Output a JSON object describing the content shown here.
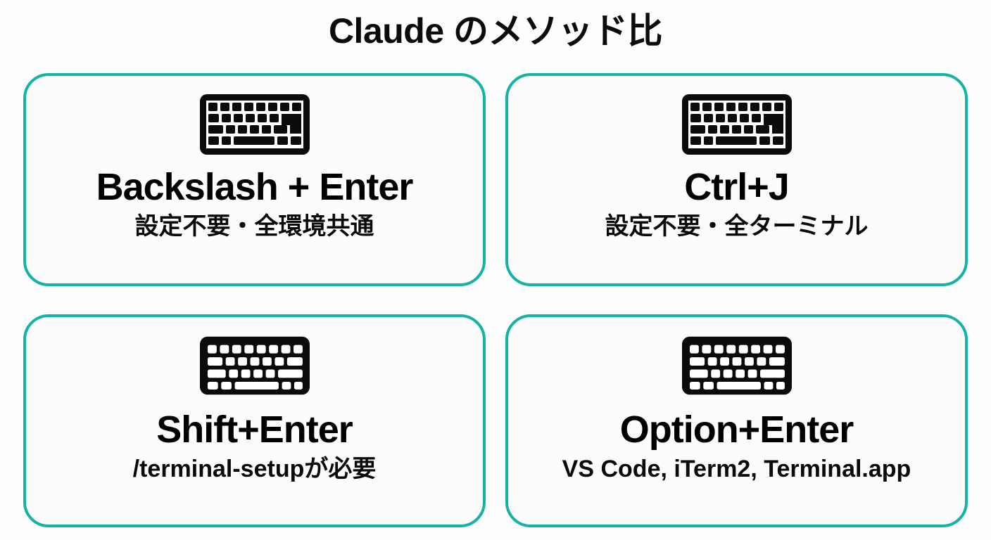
{
  "header": {
    "title": "Claude のメソッド比"
  },
  "theme": {
    "accent": "#15b2a8",
    "text": "#000000",
    "card_background": "#fcfcfc",
    "page_background": "#fdfdfd"
  },
  "cards": [
    {
      "icon": "keyboard-icon",
      "icon_style": "outline-keys",
      "title": "Backslash + Enter",
      "subtitle": "設定不要・全環境共通"
    },
    {
      "icon": "keyboard-icon",
      "icon_style": "outline-keys",
      "title": "Ctrl+J",
      "subtitle": "設定不要・全ターミナル"
    },
    {
      "icon": "keyboard-icon",
      "icon_style": "solid-keys",
      "title": "Shift+Enter",
      "subtitle": "/terminal-setupが必要"
    },
    {
      "icon": "keyboard-icon",
      "icon_style": "solid-keys",
      "title": "Option+Enter",
      "subtitle": "VS Code, iTerm2, Terminal.app"
    }
  ]
}
